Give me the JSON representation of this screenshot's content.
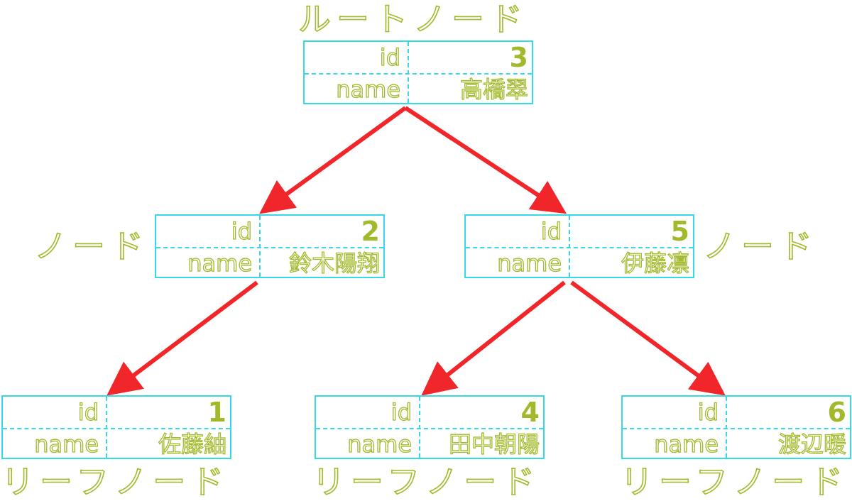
{
  "labels": {
    "root": "ルートノード",
    "node_left": "ノード",
    "node_right": "ノード",
    "leaf_1": "リーフノード",
    "leaf_2": "リーフノード",
    "leaf_3": "リーフノード"
  },
  "nodes": [
    {
      "key_id": "id",
      "key_name": "name",
      "id": "3",
      "name": "高橋翠"
    },
    {
      "key_id": "id",
      "key_name": "name",
      "id": "2",
      "name": "鈴木陽翔"
    },
    {
      "key_id": "id",
      "key_name": "name",
      "id": "5",
      "name": "伊藤凛"
    },
    {
      "key_id": "id",
      "key_name": "name",
      "id": "1",
      "name": "佐藤紬"
    },
    {
      "key_id": "id",
      "key_name": "name",
      "id": "4",
      "name": "田中朝陽"
    },
    {
      "key_id": "id",
      "key_name": "name",
      "id": "6",
      "name": "渡辺暖"
    }
  ],
  "edges": [
    {
      "from": "3",
      "to": "2"
    },
    {
      "from": "3",
      "to": "5"
    },
    {
      "from": "2",
      "to": "1"
    },
    {
      "from": "5",
      "to": "4"
    },
    {
      "from": "5",
      "to": "6"
    }
  ],
  "colors": {
    "border": "#38d9e6",
    "text": "#a3b82a",
    "arrow": "#f0262a"
  }
}
